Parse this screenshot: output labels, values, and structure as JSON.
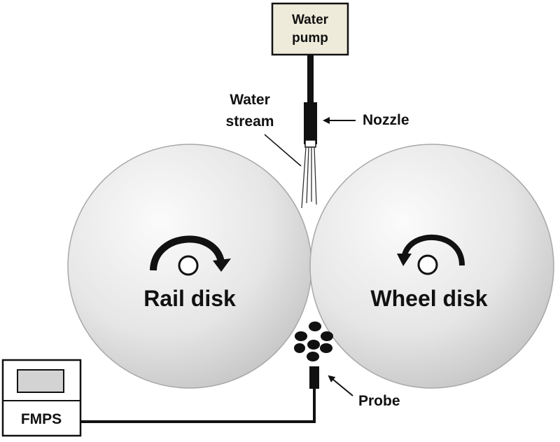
{
  "labels": {
    "water_pump": [
      "Water",
      "pump"
    ],
    "water_stream": [
      "Water",
      "stream"
    ],
    "nozzle": "Nozzle",
    "rail_disk": "Rail disk",
    "wheel_disk": "Wheel disk",
    "probe": "Probe",
    "fmps": "FMPS"
  },
  "colors": {
    "pump_fill": "#efebdb",
    "disk_light": "#fafafa",
    "disk_dark": "#c4c4c4",
    "line": "#111111"
  },
  "icons": {
    "rail_rotation": "clockwise-arrow-icon",
    "wheel_rotation": "counterclockwise-arrow-icon"
  }
}
